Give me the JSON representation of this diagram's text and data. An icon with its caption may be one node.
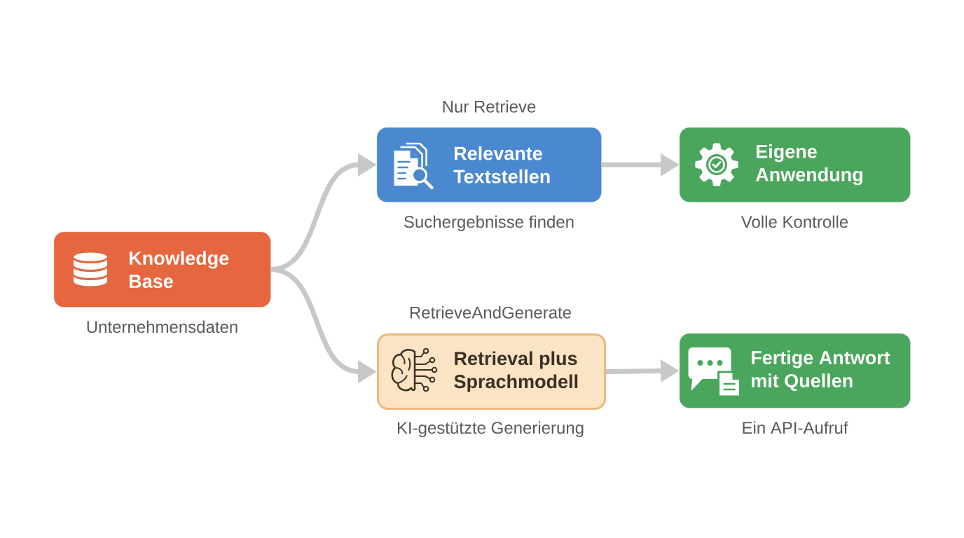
{
  "diagram": {
    "nodes": [
      {
        "text": [
          "Knowledge Base"
        ],
        "beside": [
          "Unternehmensdaten"
        ]
      },
      {
        "text": [
          "Relevante Textstellen"
        ],
        "beside": [
          "Nur Retrieve",
          "Suchergebnisse finden"
        ]
      },
      {
        "text": [
          "Eigene Anwendung"
        ],
        "beside": [
          "Volle Kontrolle"
        ]
      },
      {
        "text": [
          "Retrieval plus Sprachmodell"
        ],
        "beside": [
          "RetrieveAndGenerate",
          "KI-gestützte Generierung"
        ]
      },
      {
        "text": [
          "Fertige Antwort mit Quellen"
        ],
        "beside": [
          "Ein API-Aufruf"
        ]
      }
    ],
    "edges": [
      {
        "from": 0,
        "to": 1,
        "arrow": "to"
      },
      {
        "from": 0,
        "to": 3,
        "arrow": "to"
      },
      {
        "from": 1,
        "to": 2,
        "arrow": "to"
      },
      {
        "from": 3,
        "to": 4,
        "arrow": "to"
      }
    ]
  }
}
